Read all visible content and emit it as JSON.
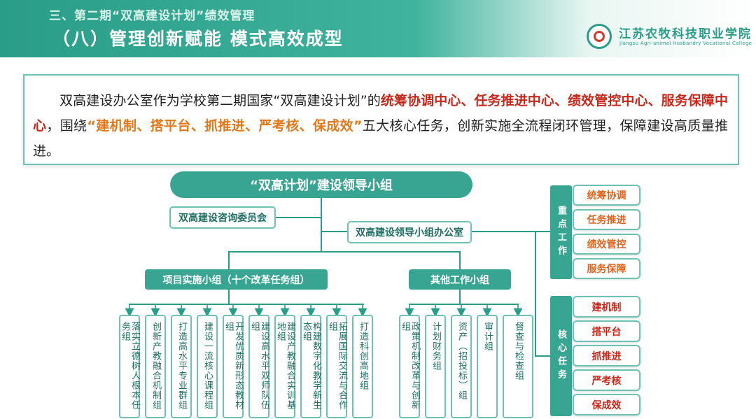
{
  "header": {
    "section": "三、第二期“双高建设计划”绩效管理",
    "title": "（八）管理创新赋能 模式高效成型",
    "school_cn": "江苏农牧科技职业学院",
    "school_en": "Jiangsu Agri-animal Husbandry Vocational College"
  },
  "intro": {
    "p1": "双高建设办公室作为学校第二期国家“双高建设计划”的",
    "centers": "统筹协调中心、任务推进中心、绩效管控中心、服务保障中心",
    "p2": "，围绕",
    "tasks": "“建机制、搭平台、抓推进、严考核、保成效”",
    "p3": "五大核心任务，创新实施全流程闭环管理，保障建设高质量推进。"
  },
  "org": {
    "leader": "“双高计划”建设领导小组",
    "advisory": "双高建设咨询委员会",
    "office": "双高建设领导小组办公室",
    "project_group": "项目实施小组（十个改革任务组）",
    "other_group": "其他工作小组",
    "project_items": [
      "落实立德树人根本任务组",
      "创新产教融合机制组",
      "打造高水平专业群组",
      "建设一流核心课程组",
      "开发优质新形态教材组",
      "建设高水平双师队伍组",
      "建设产教融合实训基地组",
      "构建数字化教学新生态组",
      "拓展国际交流与合作组",
      "打造科创高地组"
    ],
    "other_items": [
      "政策机制改革与创新组",
      "计划财务组",
      "资产（招投标）组",
      "审计组",
      "督查与检查组"
    ]
  },
  "side": {
    "key_work_label": "重点工作",
    "key_work": [
      "统筹协调",
      "任务推进",
      "绩效管控",
      "服务保障"
    ],
    "core_task_label": "核心任务",
    "core_tasks": [
      "建机制",
      "搭平台",
      "抓推进",
      "严考核",
      "保成效"
    ]
  },
  "colors": {
    "teal": "#37a591",
    "red": "#c8281b",
    "orange": "#e3781a"
  }
}
